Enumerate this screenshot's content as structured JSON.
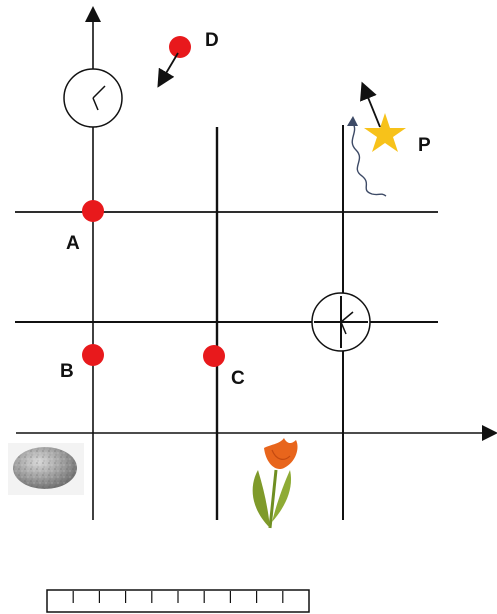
{
  "labels": {
    "A": "A",
    "B": "B",
    "C": "C",
    "D": "D",
    "P": "P"
  },
  "colors": {
    "line": "#111111",
    "point": "#e8191c",
    "star": "#f7c21a",
    "wave": "#3d4a66",
    "stone": "#9a9a9a",
    "tulip_petal": "#e8651c",
    "tulip_leaf": "#7f9a2a"
  },
  "icons": {
    "clock_top": "clock-icon",
    "clock_right": "clock-icon",
    "star": "star-icon",
    "stone": "stone-icon",
    "tulip": "tulip-icon",
    "ruler": "ruler-icon"
  },
  "ruler": {
    "ticks": 9
  }
}
